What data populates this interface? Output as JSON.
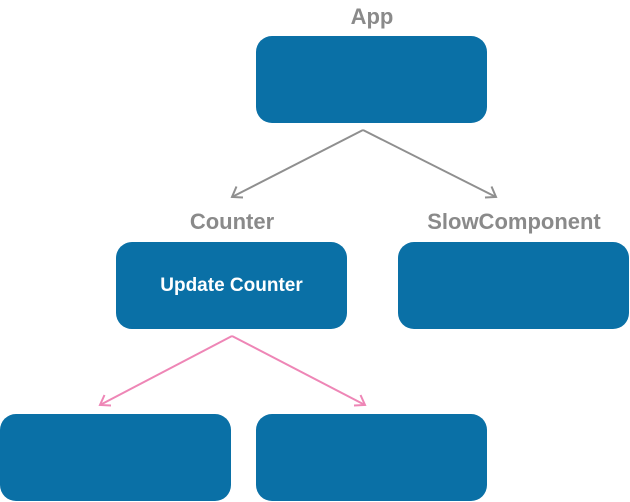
{
  "colors": {
    "box_fill": "#0a70a6",
    "title_text": "#8a8a8a",
    "box_text": "#ffffff",
    "edge_gray": "#8f8f8f",
    "edge_pink": "#ee86b6"
  },
  "nodes": {
    "app": {
      "title": "App",
      "label": ""
    },
    "counter": {
      "title": "Counter",
      "label": "Update Counter"
    },
    "slow_component": {
      "title": "SlowComponent",
      "label": ""
    },
    "child_left": {
      "title": "",
      "label": ""
    },
    "child_right": {
      "title": "",
      "label": ""
    }
  },
  "edges": [
    {
      "from": "app",
      "to": "counter",
      "color": "edge_gray"
    },
    {
      "from": "app",
      "to": "slow_component",
      "color": "edge_gray"
    },
    {
      "from": "counter",
      "to": "child_left",
      "color": "edge_pink"
    },
    {
      "from": "counter",
      "to": "child_right",
      "color": "edge_pink"
    }
  ]
}
